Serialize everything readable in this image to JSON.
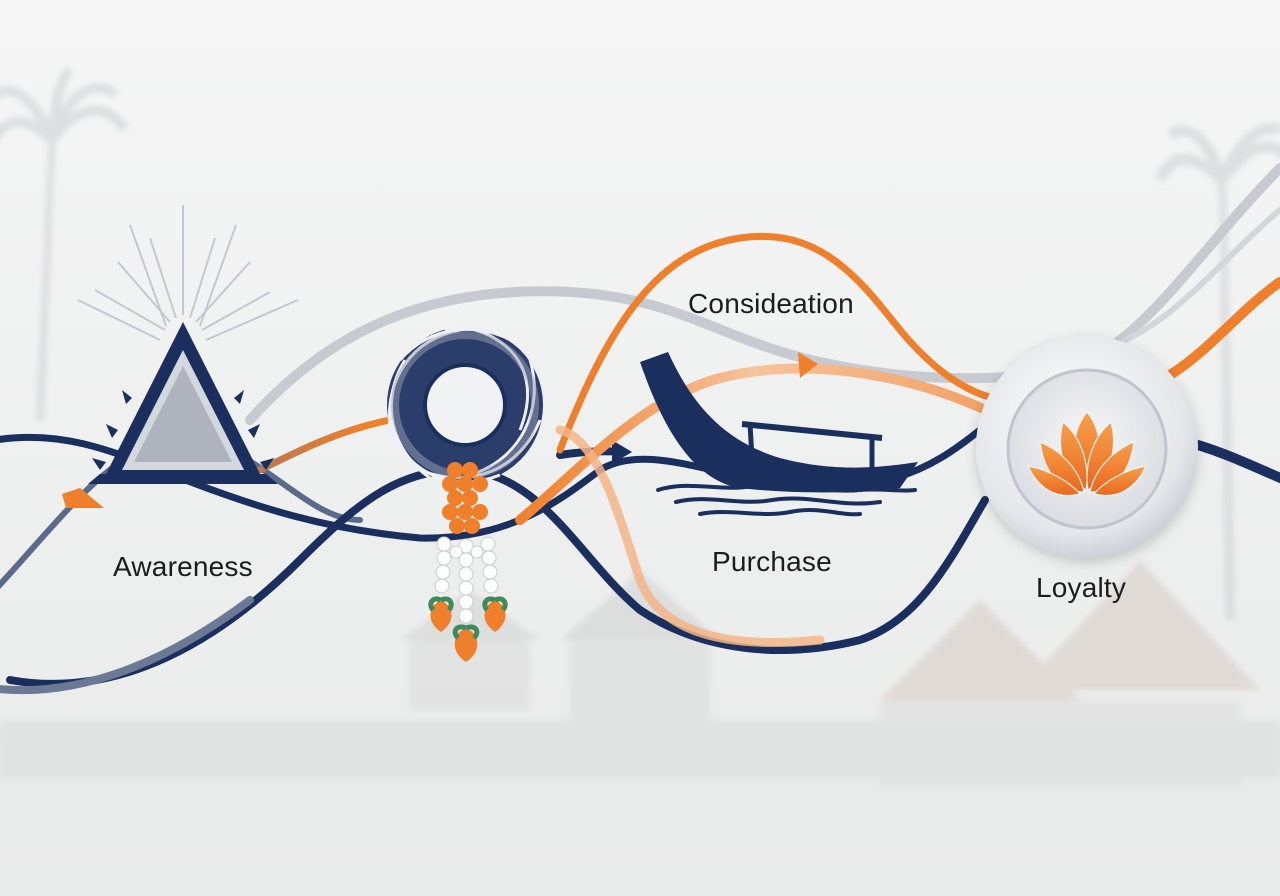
{
  "diagram": {
    "stages": [
      {
        "id": "awareness",
        "label": "Awareness",
        "icon": "thai-temple-roof-icon"
      },
      {
        "id": "consideration",
        "label": "Consideation",
        "icon": "flower-garland-icon"
      },
      {
        "id": "purchase",
        "label": "Purchase",
        "icon": "longtail-boat-icon"
      },
      {
        "id": "loyalty",
        "label": "Loyalty",
        "icon": "lotus-icon"
      }
    ],
    "colors": {
      "navy": "#1b2f5e",
      "orange": "#f07f2c",
      "light_orange": "#f4b585",
      "gray_ribbon": "#c9ccd3",
      "background": "#f1f2f2"
    }
  }
}
